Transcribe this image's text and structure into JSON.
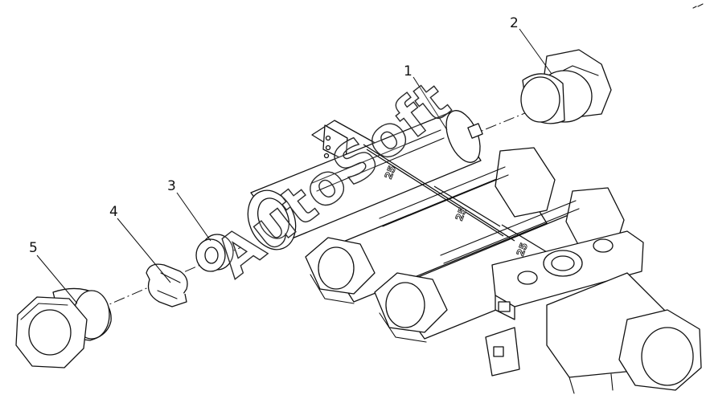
{
  "diagram": {
    "callouts": [
      {
        "id": "1",
        "label": "1"
      },
      {
        "id": "2",
        "label": "2"
      },
      {
        "id": "3",
        "label": "3"
      },
      {
        "id": "4",
        "label": "4"
      },
      {
        "id": "5",
        "label": "5"
      }
    ],
    "engravings": [
      "25",
      "25",
      "25"
    ],
    "watermark": "AutoSoft",
    "line_color": "#111111",
    "background": "#ffffff"
  }
}
